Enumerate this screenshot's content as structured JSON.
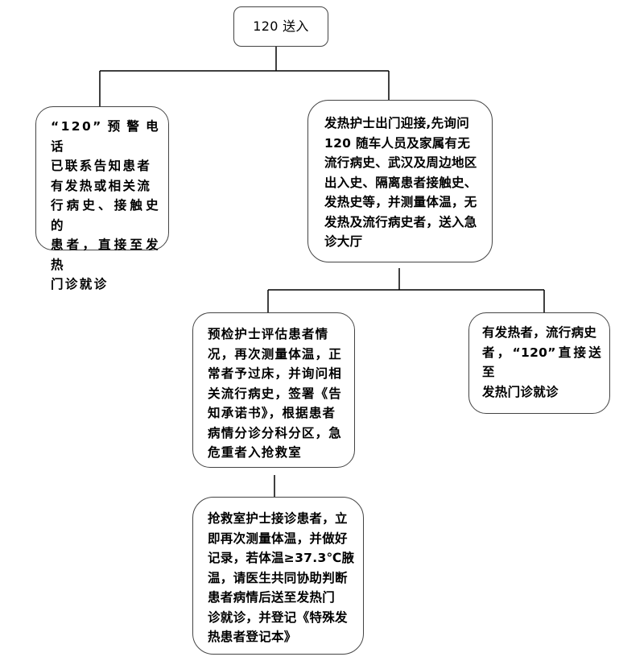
{
  "flowchart": {
    "nodes": {
      "start": {
        "text": "120 送入"
      },
      "left": {
        "text": "“120”预警电话\n已联系告知患者\n有发热或相关流\n行病史、接触史的\n患者，直接至发热\n门诊就诊"
      },
      "right": {
        "text": "发热护士出门迎接,先询问\n120 随车人员及家属有无\n流行病史、武汉及周边地区\n出入史、隔离患者接触史、\n发热史等，并测量体温，无\n发热及流行病史者，送入急\n诊大厅"
      },
      "mid_left": {
        "text": "预检护士评估患者情\n况，再次测量体温，正\n常者予过床，并询问相\n关流行病史，签署《告\n知承诺书》，根据患者\n病情分诊分科分区，急\n危重者入抢救室"
      },
      "mid_right": {
        "text": "有发热者，流行病史\n者，“120”直接送至\n发热门诊就诊"
      },
      "bottom": {
        "text": "抢救室护士接诊患者，立\n即再次测量体温，并做好\n记录，若体温≥37.3℃腋\n温，请医生共同协助判断\n患者病情后送至发热门\n诊就诊，并登记《特殊发\n热患者登记本》"
      }
    },
    "edges": [
      {
        "from": "start",
        "to": "left"
      },
      {
        "from": "start",
        "to": "right"
      },
      {
        "from": "right",
        "to": "mid_left"
      },
      {
        "from": "right",
        "to": "mid_right"
      },
      {
        "from": "mid_left",
        "to": "bottom"
      }
    ]
  }
}
